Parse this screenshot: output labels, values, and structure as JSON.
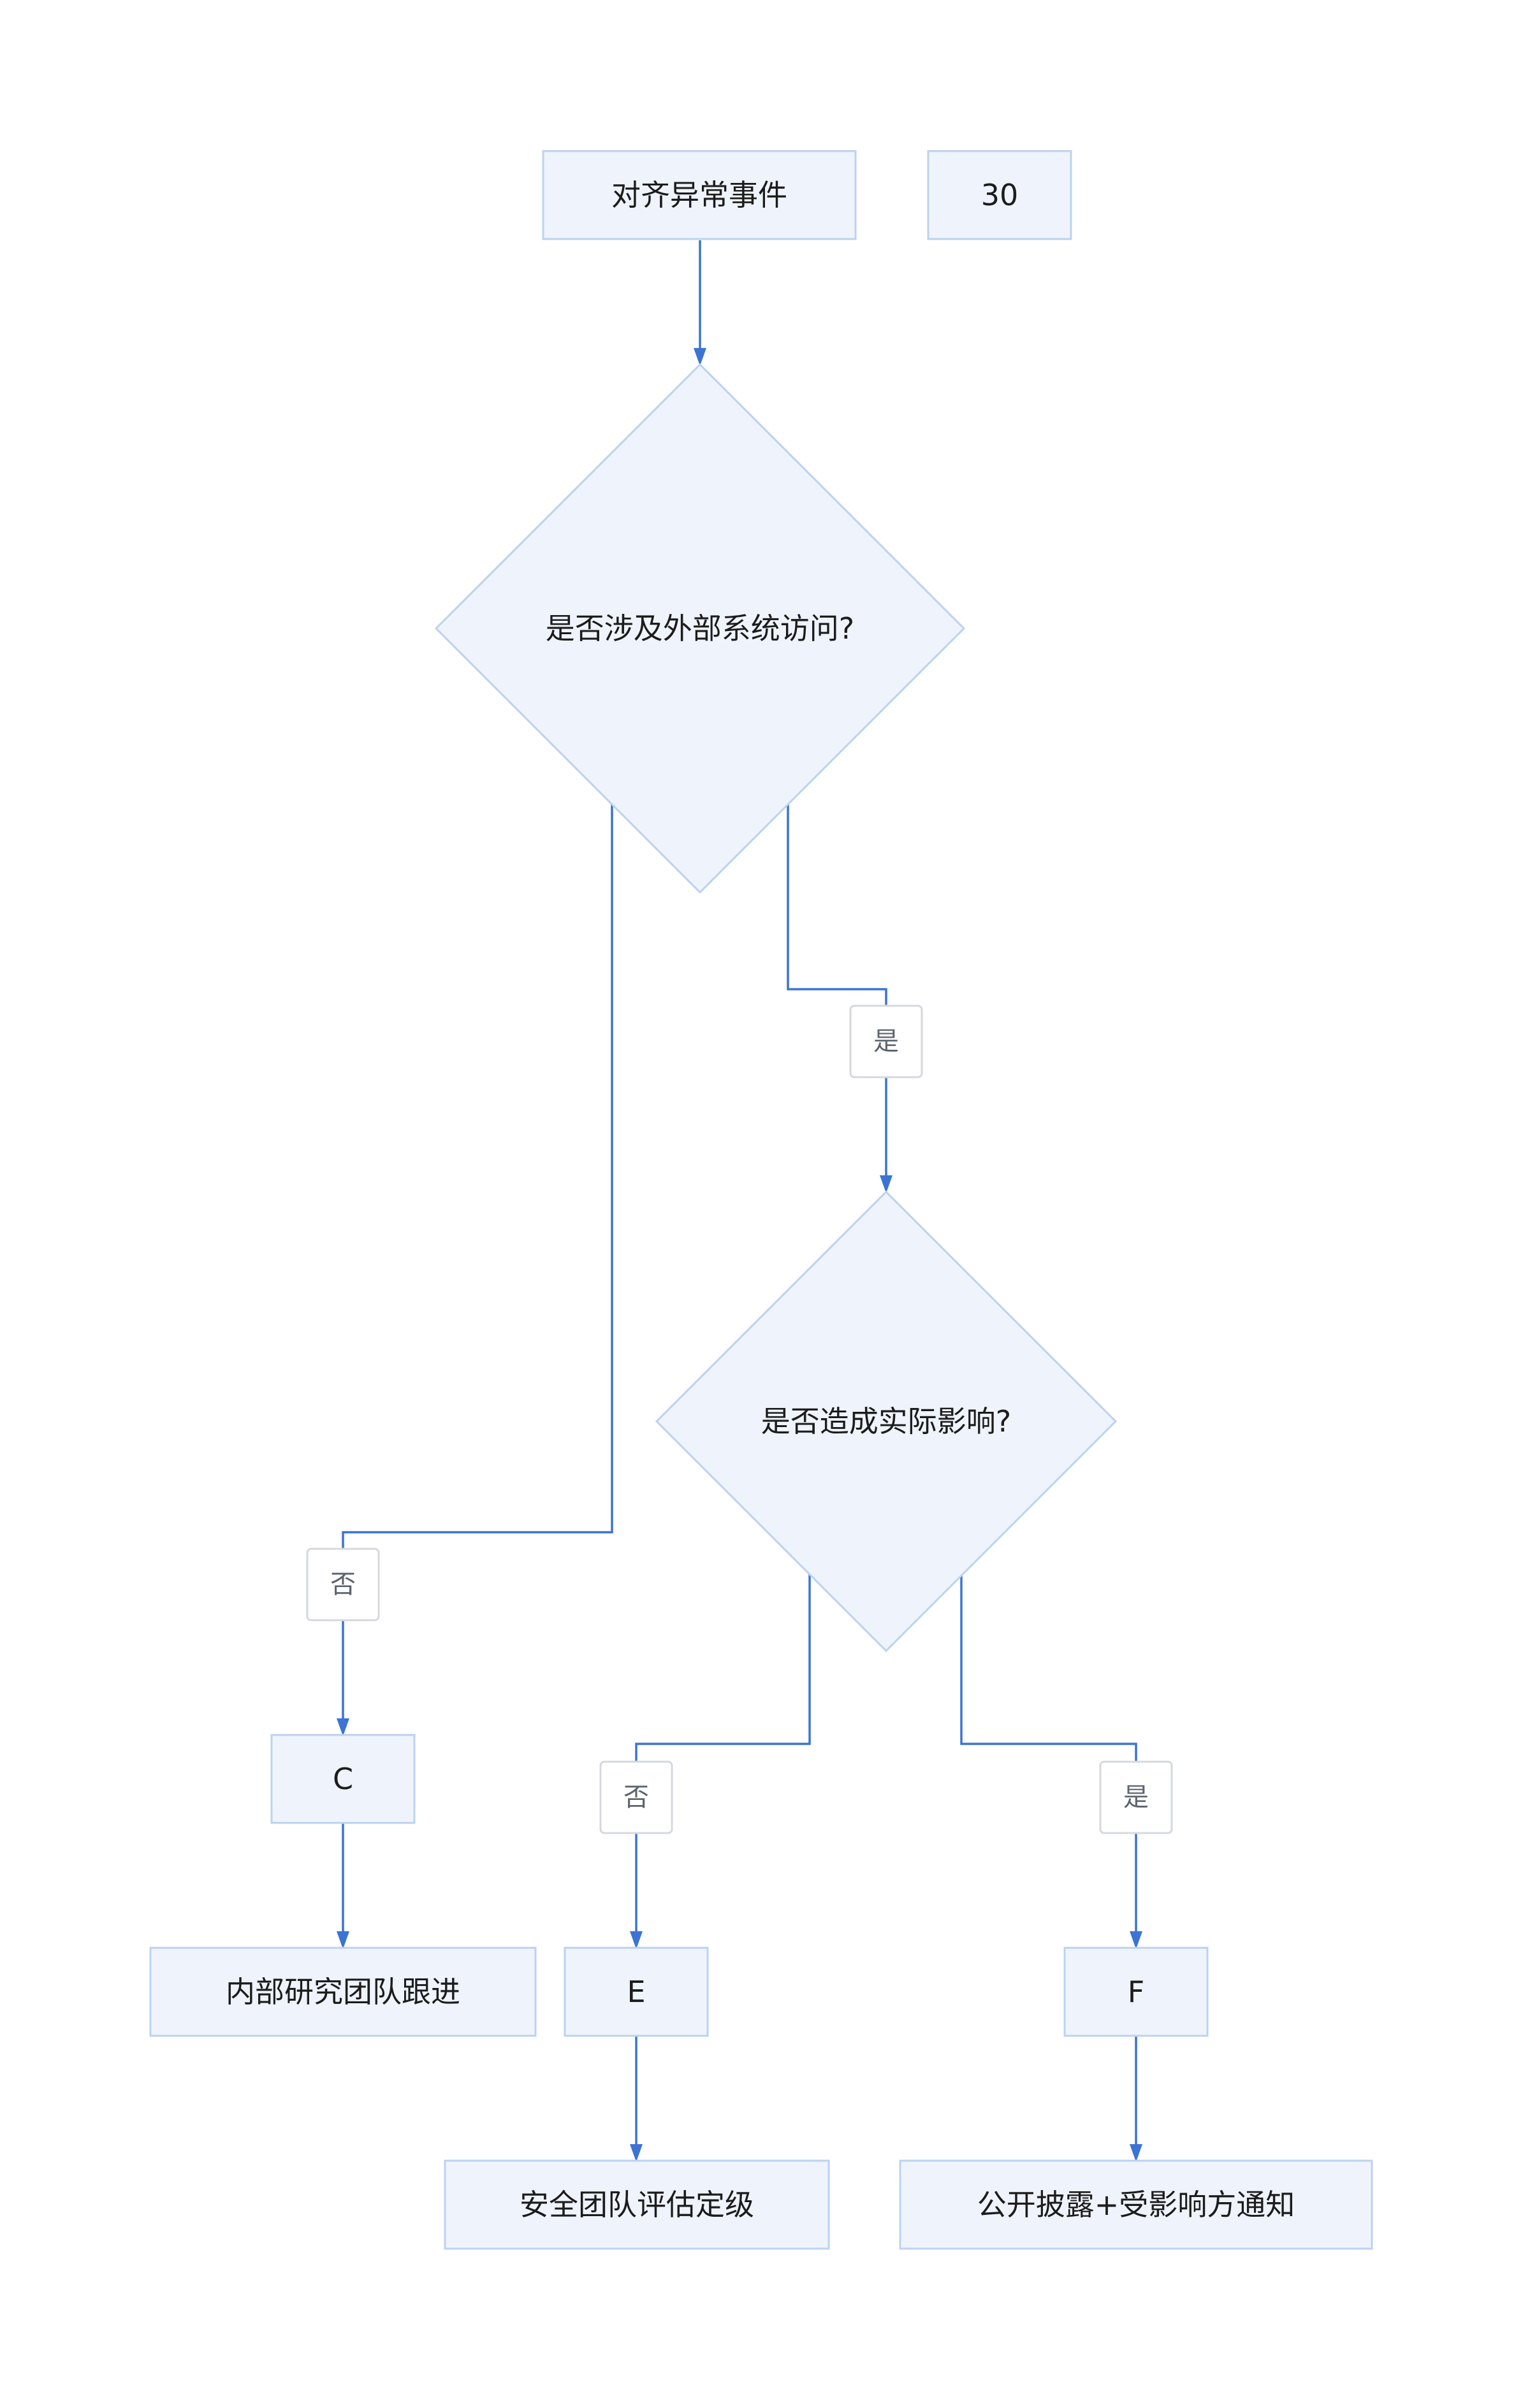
{
  "nodes": {
    "start": "对齐异常事件",
    "count": "30",
    "q_external": "是否涉及外部系统访问?",
    "q_impact": "是否造成实际影响?",
    "c": "C",
    "internal": "内部研究团队跟进",
    "e": "E",
    "security": "安全团队评估定级",
    "f": "F",
    "disclosure": "公开披露+受影响方通知"
  },
  "edge_labels": {
    "external_yes": "是",
    "external_no": "否",
    "impact_no": "否",
    "impact_yes": "是"
  },
  "colors": {
    "node_fill": "#eff4fc",
    "node_border": "#bcd2f0",
    "edge": "#3b74d4",
    "label_border": "#d5d8de"
  }
}
